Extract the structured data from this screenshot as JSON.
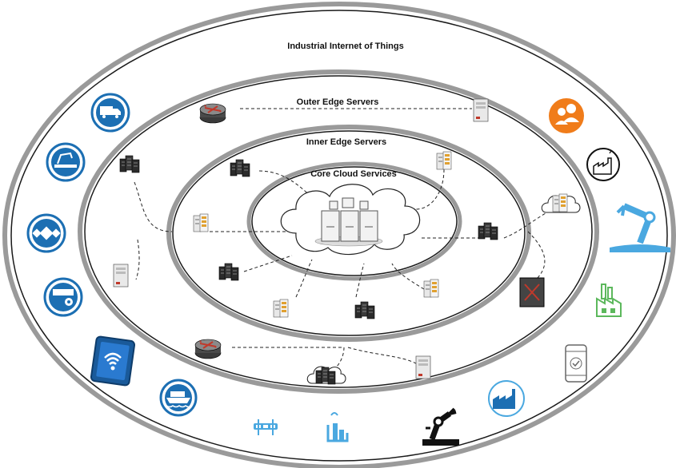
{
  "labels": {
    "iiot": "Industrial Internet of Things",
    "outer_edge": "Outer Edge Servers",
    "inner_edge": "Inner Edge Servers",
    "core_cloud": "Core Cloud Services"
  },
  "colors": {
    "ring_stroke": "#1a1a1a",
    "ring_shadow": "#9a9a9a",
    "icon_blue": "#1c6fb3",
    "icon_light_blue": "#4aa8e0",
    "icon_orange": "#f07c1a",
    "icon_green": "#5cb85c",
    "router_red": "#c0392b"
  },
  "icons": {
    "iiot_ring": [
      "delivery-truck-icon",
      "conveyor-robot-icon",
      "satellite-icon",
      "factory-gear-icon",
      "wifi-tablet-icon",
      "cargo-ship-icon",
      "network-nodes-icon",
      "water-tank-icon",
      "robot-arm-black-icon",
      "factory-blue-icon",
      "smartphone-check-icon",
      "factory-green-icon",
      "robot-arm-blue-icon",
      "factory-outline-icon",
      "users-group-icon"
    ],
    "servers": [
      "router-icon",
      "server-rack-icon",
      "server-cluster-icon",
      "tower-server-icon",
      "cloud-icon"
    ]
  }
}
